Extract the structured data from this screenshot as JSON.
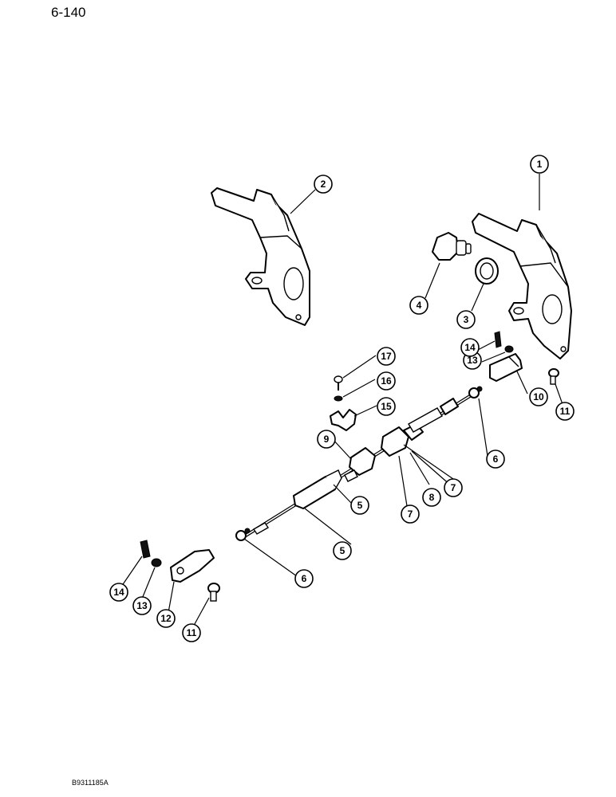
{
  "page": {
    "page_number": "6-140",
    "document_code": "B9311185A"
  },
  "callouts": [
    {
      "id": "c1",
      "label": "1"
    },
    {
      "id": "c2",
      "label": "2"
    },
    {
      "id": "c3",
      "label": "3"
    },
    {
      "id": "c4",
      "label": "4"
    },
    {
      "id": "c5a",
      "label": "5"
    },
    {
      "id": "c5b",
      "label": "5"
    },
    {
      "id": "c6a",
      "label": "6"
    },
    {
      "id": "c6b",
      "label": "6"
    },
    {
      "id": "c7a",
      "label": "7"
    },
    {
      "id": "c7b",
      "label": "7"
    },
    {
      "id": "c8",
      "label": "8"
    },
    {
      "id": "c9",
      "label": "9"
    },
    {
      "id": "c10",
      "label": "10"
    },
    {
      "id": "c11a",
      "label": "11"
    },
    {
      "id": "c11b",
      "label": "11"
    },
    {
      "id": "c12",
      "label": "12"
    },
    {
      "id": "c13a",
      "label": "13"
    },
    {
      "id": "c13b",
      "label": "13"
    },
    {
      "id": "c14a",
      "label": "14"
    },
    {
      "id": "c14b",
      "label": "14"
    },
    {
      "id": "c15",
      "label": "15"
    },
    {
      "id": "c16",
      "label": "16"
    },
    {
      "id": "c17",
      "label": "17"
    }
  ]
}
